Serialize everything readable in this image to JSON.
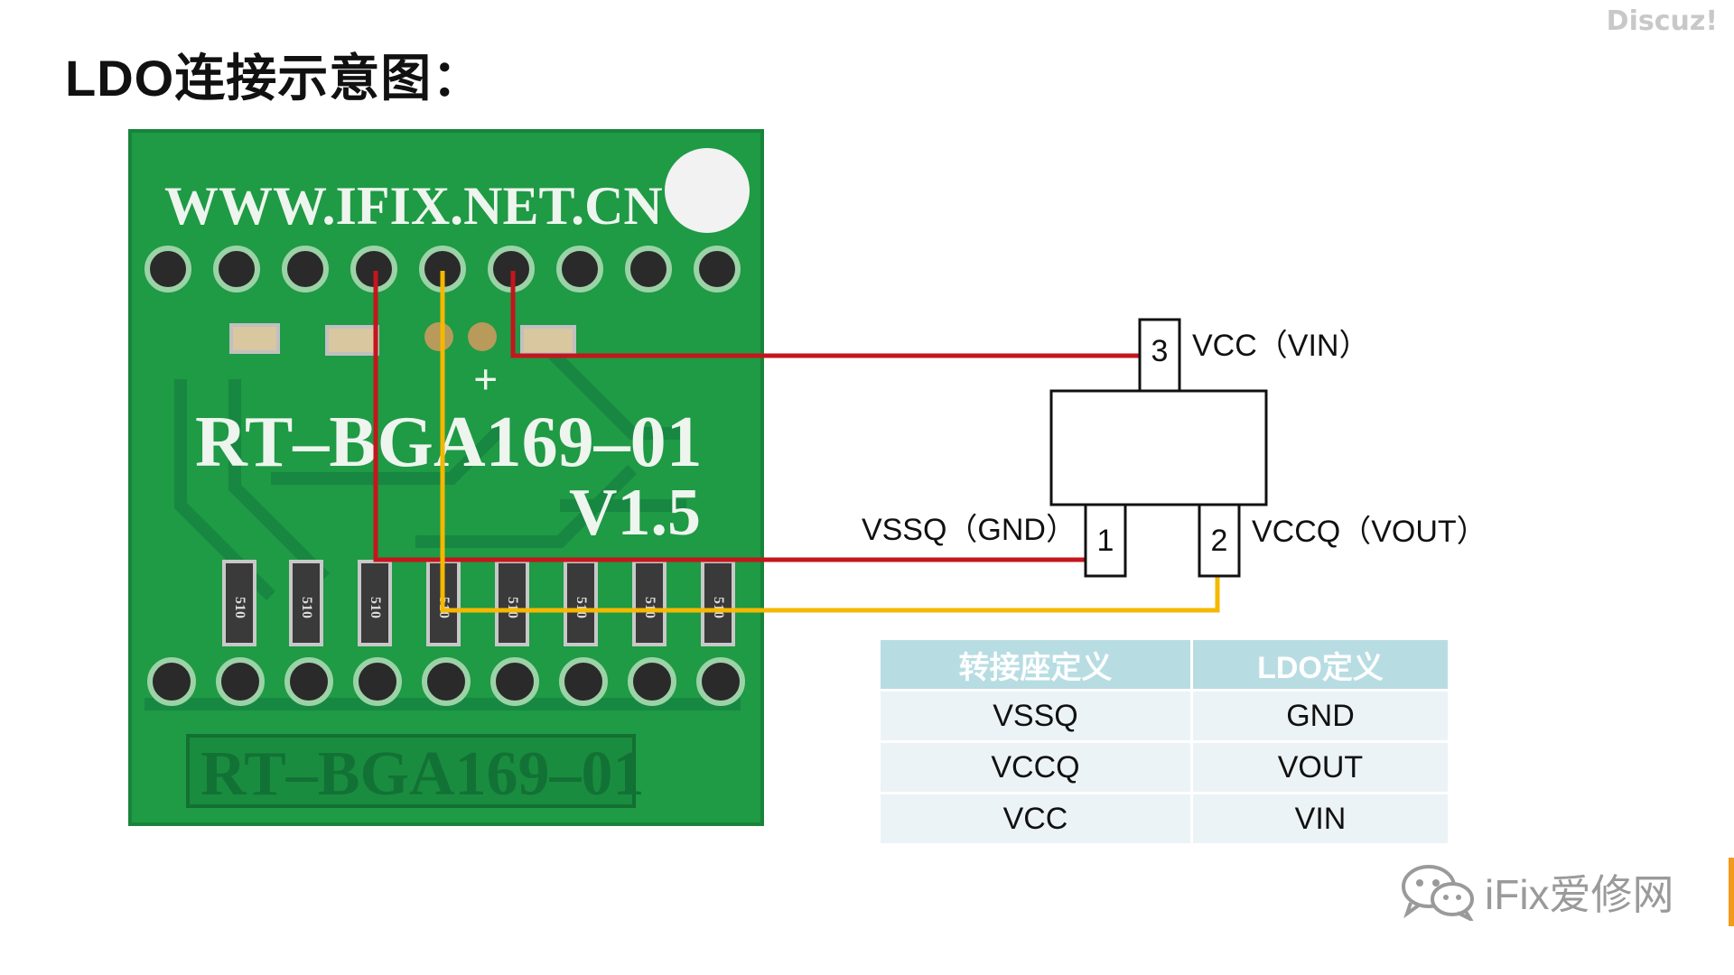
{
  "title": "LDO连接示意图：",
  "watermark": "Discuz!",
  "footer": {
    "logo_text": "iFix爱修网",
    "logo_icon": "wechat-icon"
  },
  "board": {
    "url": "WWW.IFIX.NET.CN",
    "model": "RT–BGA169–01",
    "version": "V1.5",
    "bottom_label": "RT–BGA169–01",
    "resistor_label": "510"
  },
  "ldo": {
    "pin3": {
      "number": "3",
      "label": "VCC（VIN）"
    },
    "pin1": {
      "number": "1",
      "label": "VSSQ（GND）"
    },
    "pin2": {
      "number": "2",
      "label": "VCCQ（VOUT）"
    }
  },
  "table": {
    "headers": [
      "转接座定义",
      "LDO定义"
    ],
    "rows": [
      [
        "VSSQ",
        "GND"
      ],
      [
        "VCCQ",
        "VOUT"
      ],
      [
        "VCC",
        "VIN"
      ]
    ]
  },
  "colors": {
    "wire_red": "#c4161c",
    "wire_yellow": "#f5b800",
    "pcb_green": "#1f9a45",
    "pcb_dark": "#127236",
    "table_header": "#b7dde3",
    "table_cell": "#ecf3f6",
    "accent": "#f39a1d"
  }
}
